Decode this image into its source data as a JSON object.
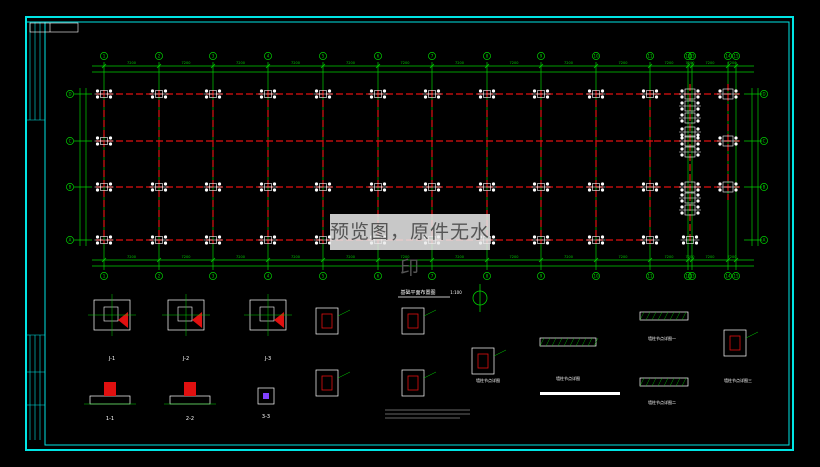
{
  "watermark": "预览图，原件无水印",
  "drawing": {
    "layout_title": "基础平面布置图",
    "layout_scale": "1:100",
    "axis_numbers": [
      "1",
      "2",
      "3",
      "4",
      "5",
      "6",
      "7",
      "8",
      "9",
      "10",
      "11",
      "12",
      "13",
      "14",
      "15"
    ],
    "axis_letters": [
      "A",
      "B",
      "C",
      "D"
    ],
    "detail_labels": [
      "J-1",
      "J-2",
      "J-3",
      "1-1",
      "2-2",
      "3-3",
      "墙柱节点详图",
      "墙柱节点详图一",
      "墙柱节点详图二",
      "墙柱节点详图三"
    ]
  },
  "colors": {
    "background": "#000000",
    "frame": "#00e5e5",
    "grid_line": "#e01010",
    "dimension": "#00d000",
    "linework": "#ffffff"
  }
}
